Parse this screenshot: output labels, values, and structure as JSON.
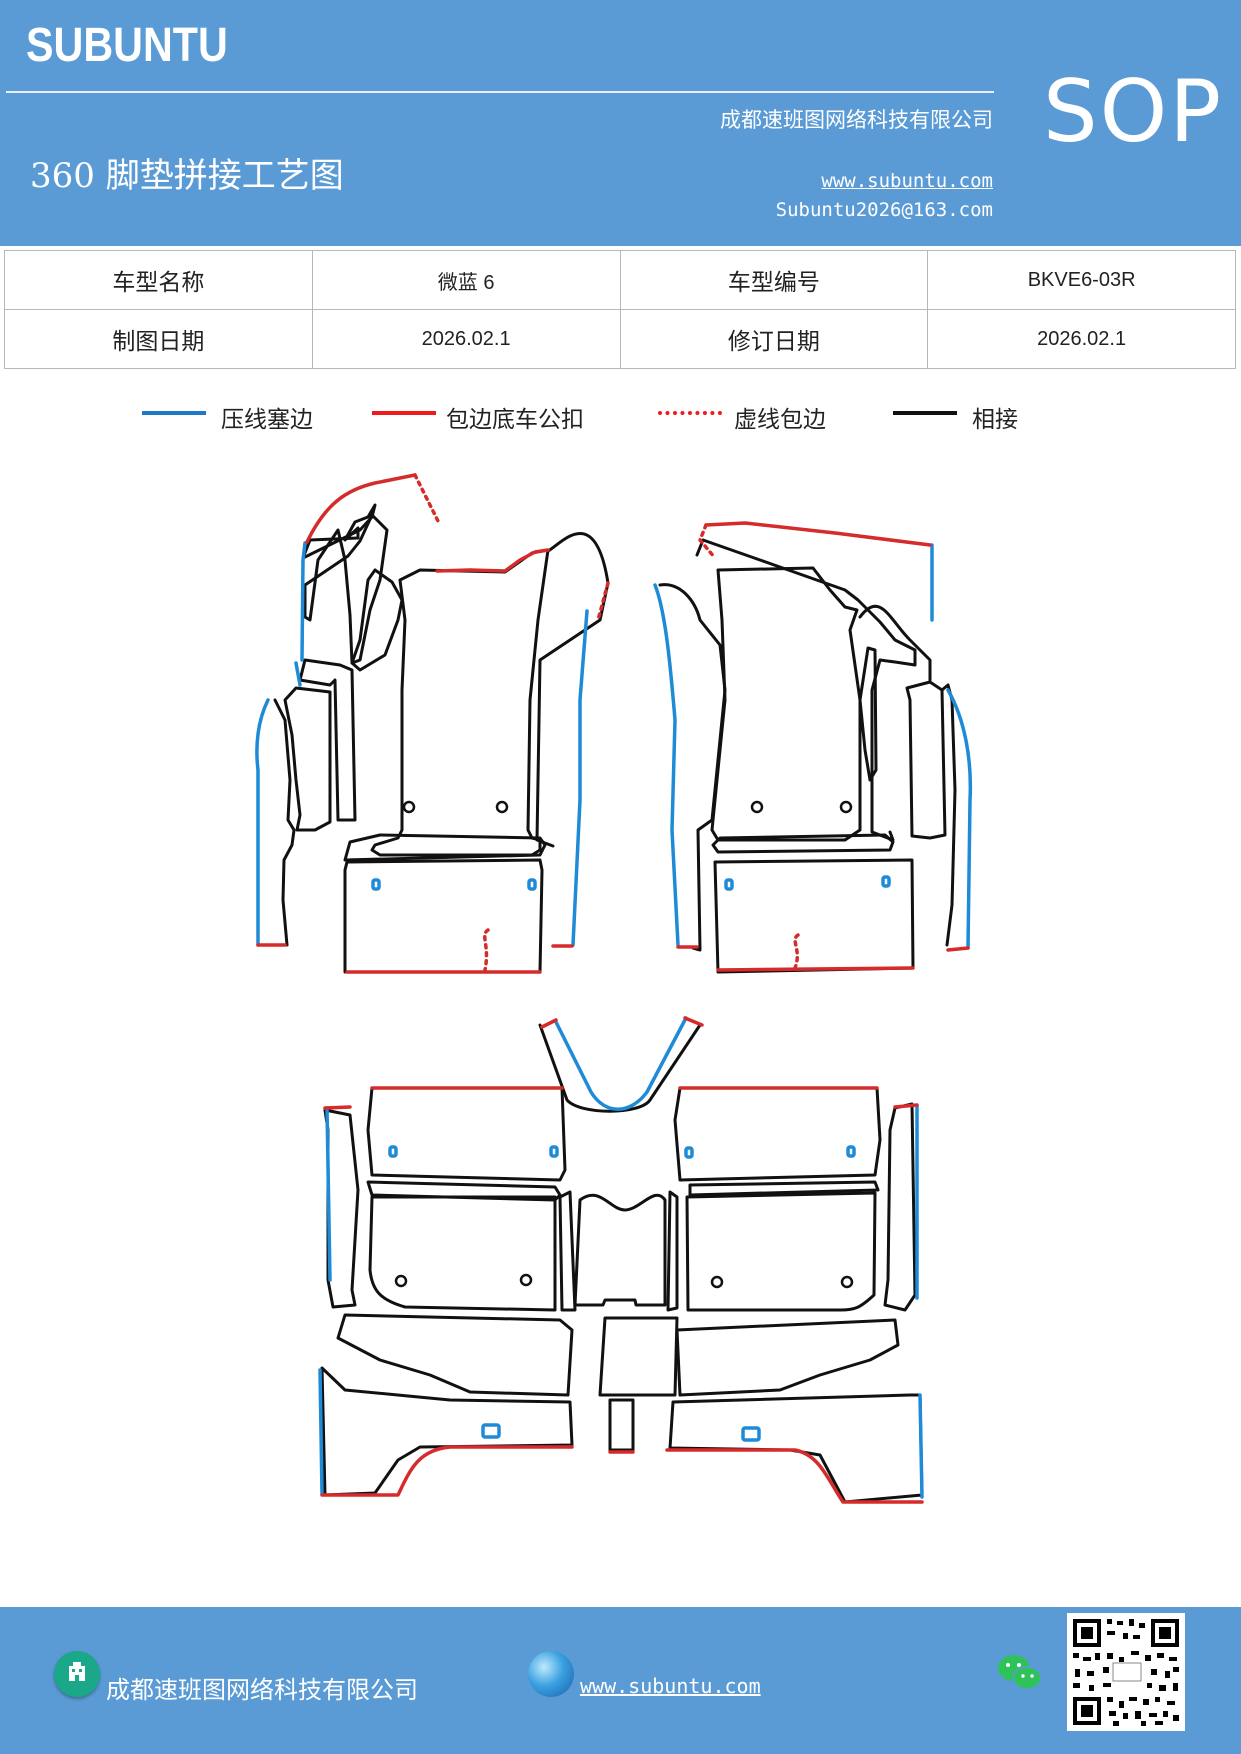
{
  "header": {
    "brand": "SUBUNTU",
    "company": "成都速班图网络科技有限公司",
    "title": "360 脚垫拼接工艺图",
    "website": "www.subuntu.com",
    "email": "Subuntu2026@163.com",
    "sop": "SOP"
  },
  "info": {
    "model_name_label": "车型名称",
    "model_name": "微蓝 6",
    "model_code_label": "车型编号",
    "model_code": "BKVE6-03R",
    "draw_date_label": "制图日期",
    "draw_date": "2026.02.1",
    "revise_date_label": "修订日期",
    "revise_date": "2026.02.1"
  },
  "legend": {
    "items": [
      {
        "label": "压线塞边",
        "color": "#1f78c8",
        "style": "solid"
      },
      {
        "label": "包边底车公扣",
        "color": "#ee1c1c",
        "style": "solid"
      },
      {
        "label": "虚线包边",
        "color": "#ee1c1c",
        "style": "dotted"
      },
      {
        "label": "相接",
        "color": "#111111",
        "style": "solid"
      }
    ]
  },
  "colors": {
    "header_bg": "#5b9bd5",
    "blue_edge": "#1f8bd6",
    "red_edge": "#d62b2b",
    "outline": "#111111"
  },
  "footer": {
    "company": "成都速班图网络科技有限公司",
    "website": "www.subuntu.com",
    "icons": [
      "company-icon",
      "globe-icon",
      "wechat-icon",
      "qr-code"
    ]
  }
}
